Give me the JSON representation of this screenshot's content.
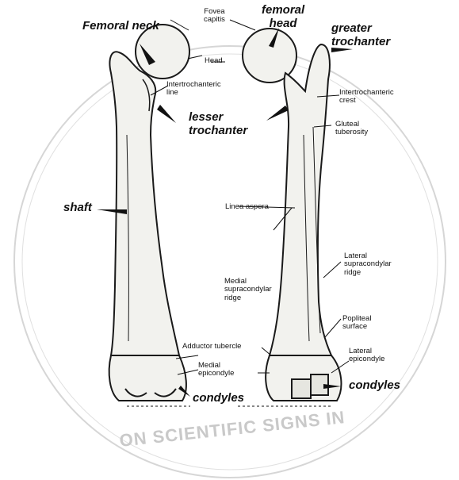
{
  "labels": {
    "femoral_neck": "Femoral neck",
    "fovea_capitis": "Fovea\ncapitis",
    "head_small": "Head",
    "femoral_head": "femoral\nhead",
    "greater_trochanter": "greater\ntrochanter",
    "intertrochanteric_line": "Intertrochanteric\nline",
    "lesser_trochanter": "lesser\ntrochanter",
    "intertrochanteric_crest": "Intertrochanteric\ncrest",
    "gluteal_tuberosity": "Gluteal\ntuberosity",
    "shaft": "shaft",
    "linea_aspera": "Linea aspera",
    "lateral_supracondylar_ridge": "Lateral\nsupracondylar\nridge",
    "medial_supracondylar_ridge": "Medial\nsupracondylar\nridge",
    "popliteal_surface": "Popliteal\nsurface",
    "adductor_tubercle": "Adductor tubercle",
    "medial_epicondyle": "Medial\nepicondyle",
    "lateral_epicondyle": "Lateral\nepicondyle",
    "condyles_left": "condyles",
    "condyles_right": "condyles"
  },
  "watermark": {
    "bottom": "ON SCIENTIFIC SIGNS IN"
  },
  "colors": {
    "bone_fill": "#f2f2ee",
    "outline": "#1a1a1a",
    "watermark": "#c9c9c9"
  }
}
